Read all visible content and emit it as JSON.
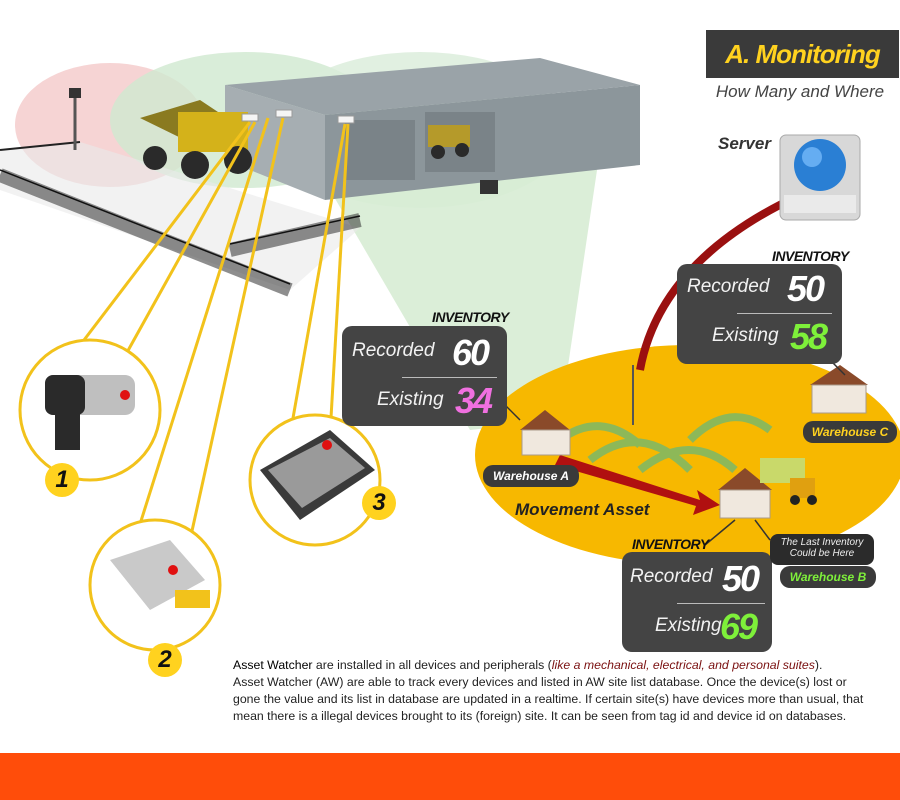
{
  "header": {
    "title": "A. Monitoring",
    "subtitle": "How Many and Where",
    "accent_color": "#ffd21f",
    "title_bg": "#3a3a3a"
  },
  "server": {
    "label": "Server",
    "icon": "globe-server-icon"
  },
  "inventory_panels": [
    {
      "heading": "INVENTORY",
      "recorded_label": "Recorded",
      "recorded_value": "60",
      "existing_label": "Existing",
      "existing_value": "34",
      "existing_color": "#f070e0"
    },
    {
      "heading": "INVENTORY",
      "recorded_label": "Recorded",
      "recorded_value": "50",
      "existing_label": "Existing",
      "existing_value": "58",
      "existing_color": "#7ef03a"
    },
    {
      "heading": "INVENTORY",
      "recorded_label": "Recorded",
      "recorded_value": "50",
      "existing_label": "Existing",
      "existing_value": "69",
      "existing_color": "#7ef03a"
    }
  ],
  "warehouses": {
    "a": "Warehouse A",
    "b": "Warehouse B",
    "c": "Warehouse C"
  },
  "movement_label": "Movement Asset",
  "lost_note": {
    "line1": "The Last Inventory",
    "line2": "Could be Here"
  },
  "devices": [
    {
      "number": "1",
      "icon": "impact-wrench-icon"
    },
    {
      "number": "2",
      "icon": "hydraulic-torque-wrench-icon"
    },
    {
      "number": "3",
      "icon": "toolkit-case-icon"
    }
  ],
  "description": {
    "brand": "Asset Watcher",
    "intro": " are installed in all devices and peripherals (",
    "highlight": "like a mechanical, electrical, and personal suites",
    "intro_end": ").",
    "body": "Asset Watcher (AW) are able to track every devices and listed in AW site list database.  Once the device(s) lost or gone the value and its list in database are updated in a realtime.  If certain site(s) have devices more than usual, that mean there is a illegal  devices brought to its (foreign) site. It can be seen from tag id and device id on databases."
  },
  "footer_color": "#ff4d0a"
}
